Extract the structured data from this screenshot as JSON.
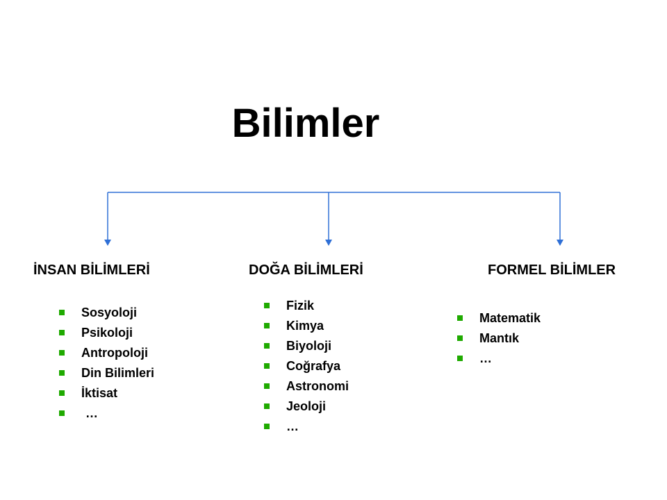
{
  "title": "Bilimler",
  "colors": {
    "connector": "#2e6fd6",
    "bullet": "#1faa00",
    "text": "#000000"
  },
  "branches": [
    {
      "heading": "İNSAN BİLİMLERİ",
      "items": [
        "Sosyoloji",
        "Psikoloji",
        "Antropoloji",
        "Din Bilimleri",
        "İktisat",
        " …"
      ]
    },
    {
      "heading": "DOĞA BİLİMLERİ",
      "items": [
        "Fizik",
        "Kimya",
        "Biyoloji",
        "Coğrafya",
        "Astronomi",
        "Jeoloji",
        "…"
      ]
    },
    {
      "heading": "FORMEL BİLİMLER",
      "items": [
        "Matematik",
        "Mantık",
        "…"
      ]
    }
  ]
}
